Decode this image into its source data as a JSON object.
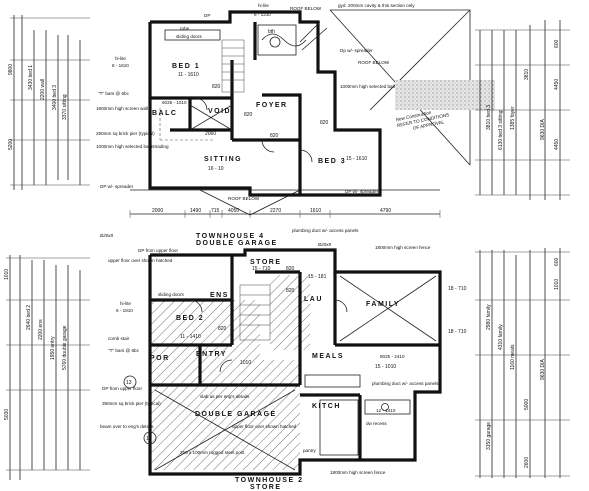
{
  "upper_floor": {
    "rooms": {
      "bed1": "BED 1",
      "bed1_size": "11 - 1610",
      "balc": "BALC",
      "void": "VOID",
      "foyer": "FOYER",
      "sitting": "SITTING",
      "sitting_size": "16 - 10",
      "bed3": "BED 3",
      "bed3_size": "15 - 1610",
      "bath": "bth"
    },
    "notes": {
      "roof_below_top": "ROOF BELOW",
      "roof_below_right": "ROOF BELOW",
      "roof_below_bottom": "ROOF BELOW",
      "gyprock": "gyd. 200mm cavity & this section only",
      "dp_spreader_top": "Dp w/- spreader",
      "dp_spreader_bottom": "DP w/- spreader",
      "dp_spreader_left": "DP w/- spreader",
      "robe": "robe",
      "sliding_doors": "sliding doors",
      "dp_top": "DP",
      "highlite": "hi-lite",
      "highlite_size": "8 - 1210",
      "screen_wall": "1800mm high screen wall",
      "balustrade": "1000mm high selected balustrading",
      "brick_pier": "290mm sq brick pier (typical)",
      "balustrade_left": "1000mm high selected balustrading",
      "hi_lite_left": "hi-lite",
      "hi_lite_left_size": "8 - 1610",
      "t_bars": "\"T\" bars @ 6bc",
      "balc_size": "6025 - 1010",
      "stamp_line1": "New Construction",
      "stamp_line2": "REFER TO CONDITIONS",
      "stamp_line3": "OF APPROVAL",
      "dim_820a": "820",
      "dim_820b": "820",
      "dim_820c": "820",
      "dim_820d": "820",
      "dim_2060": "2060"
    },
    "bottom_dims": [
      "2000",
      "1490",
      "715",
      "4050",
      "2270",
      "1610",
      "4790"
    ]
  },
  "ground_floor": {
    "rooms": {
      "bed2": "BED 2",
      "bed2_size": "11 - 1410",
      "store": "STORE",
      "store_size": "15 - 710",
      "family": "FAMILY",
      "family_size": "18 - 710",
      "family_size2": "18 - 710",
      "por": "POR",
      "entry": "ENTRY",
      "meals": "MEALS",
      "meals_size": "15 - 1010",
      "kitch": "KITCH",
      "double_garage": "DOUBLE GARAGE",
      "ens": "ENS",
      "lau": "LAU",
      "hi_lite": "hi-lite",
      "hi_lite_size": "6 - 1810"
    },
    "headers": {
      "townhouse4": "TOWNHOUSE 4",
      "double_garage_title": "DOUBLE GARAGE",
      "townhouse2": "TOWNHOUSE 2",
      "townhouse2_store": "STORE"
    },
    "notes": {
      "plumbing_duct_top": "plumbing duct w/- access panels",
      "screen_fence_top": "1800mm high screen fence",
      "screen_fence_bottom": "1800mm high screen fence",
      "dp_from_upper": "DP from upper floor",
      "upper_floor_over": "upper floor over shown hatched",
      "dp_from_upper_left": "DP from upper floor",
      "brick_pier": "390mm sq brick pier (typical)",
      "comb_stair": "comb stair",
      "t_bars": "\"T\" bars @ 6bc",
      "beam_over": "beam over to eng's details",
      "sq_slab_left": "slab as per eng's details",
      "upper_over_mid": "upper floor over shown hatched",
      "steel_post": "250 x 100mm rugged steel post",
      "plumbing_duct_right": "plumbing duct w/- access panels",
      "meals_size2": "8025 - 2410",
      "sliding_doors": "sliding doors",
      "pantry": "pantry",
      "dw_recess": "dw recess",
      "kitch_size": "12 - 1410",
      "handwritten_1": "B20x8",
      "handwritten_2": "B20x8",
      "handwritten_3": "13",
      "handwritten_4": "13",
      "dim_820a": "820",
      "dim_820b": "820",
      "dim_820c": "820",
      "dim_size_181": "15 - 181",
      "dim_1010": "1010"
    }
  },
  "right_dims_upper": [
    "600",
    "4450",
    "9630 DIA",
    "4450",
    "3810"
  ],
  "right_dims_lower": [
    "600",
    "1010",
    "9630 DIA",
    "5000",
    "2600"
  ],
  "left_dims_upper": [
    "9800",
    "5200"
  ],
  "left_dims_lower": [
    "5030",
    "1010"
  ]
}
